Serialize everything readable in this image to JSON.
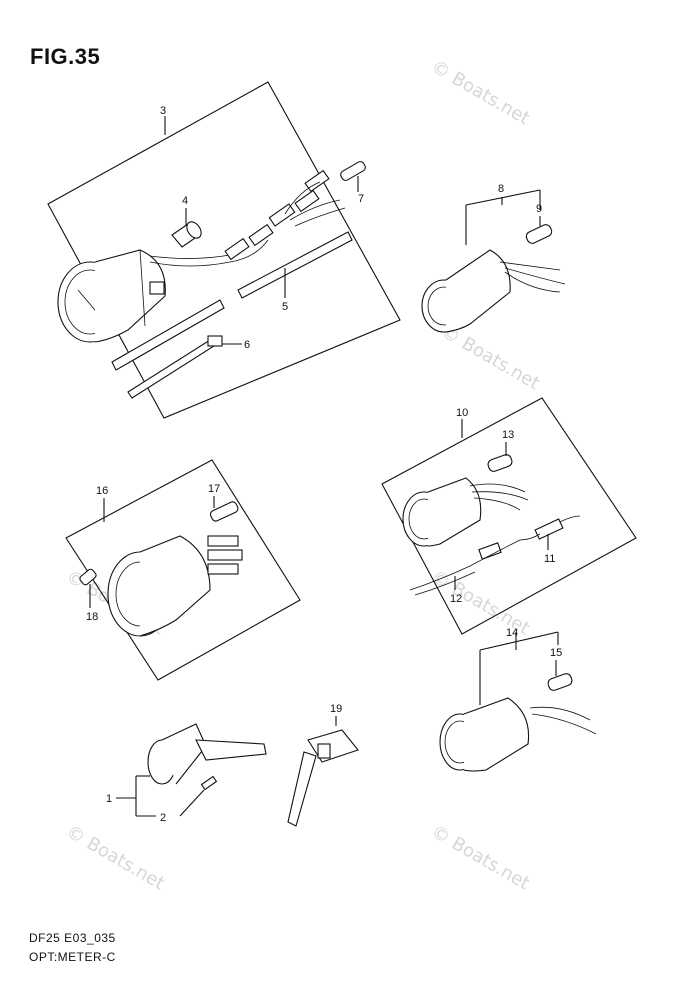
{
  "figure_title": "FIG.35",
  "footer": {
    "code": "DF25 E03_035",
    "section": "OPT:METER-C"
  },
  "watermark": "© Boats.net",
  "callouts": [
    "1",
    "2",
    "3",
    "4",
    "5",
    "6",
    "7",
    "8",
    "9",
    "10",
    "11",
    "12",
    "13",
    "14",
    "15",
    "16",
    "17",
    "18",
    "19"
  ]
}
